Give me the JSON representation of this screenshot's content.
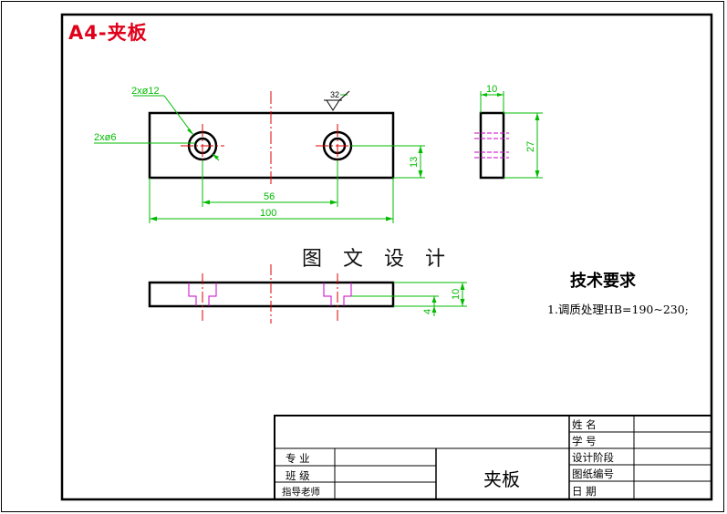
{
  "sheet_title": "A4-夹板",
  "watermark": "图 文 设 计",
  "colors": {
    "dimension": "#00bb00",
    "centerline": "#e00000",
    "hidden_line": "#cc00cc",
    "outline": "#000000",
    "title": "#e0001a"
  },
  "dimensions": {
    "front": {
      "hole_large": "2xø12",
      "hole_small": "2xø6",
      "roughness": "32",
      "hole_spacing": "56",
      "overall_length": "100",
      "hole_offset": "13"
    },
    "side": {
      "width": "10",
      "height": "27"
    },
    "bottom": {
      "thickness": "10",
      "counterbore_depth": "4"
    }
  },
  "technical_requirements": {
    "title": "技术要求",
    "items": [
      "1.调质处理HB=190~230;"
    ]
  },
  "title_block": {
    "part_name": "夹板",
    "left_labels": {
      "major": "专 业",
      "class": "班 级",
      "advisor": "指导老师"
    },
    "right_labels": {
      "name": "姓 名",
      "student_id": "学 号",
      "design_stage": "设计阶段",
      "drawing_number": "图纸编号",
      "date": "日 期"
    }
  }
}
